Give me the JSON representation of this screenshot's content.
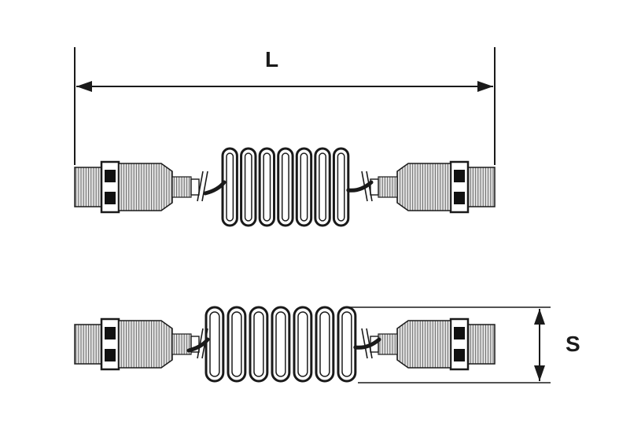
{
  "dimensions": {
    "length_label": "L",
    "diameter_label": "S"
  },
  "hoses": [
    {
      "name": "extended-hose",
      "coil_turns": 7
    },
    {
      "name": "compressed-hose",
      "coil_turns": 7
    }
  ],
  "colors": {
    "line": "#1a1a1a",
    "thread_fill": "#e6e6e6",
    "background": "#ffffff"
  }
}
